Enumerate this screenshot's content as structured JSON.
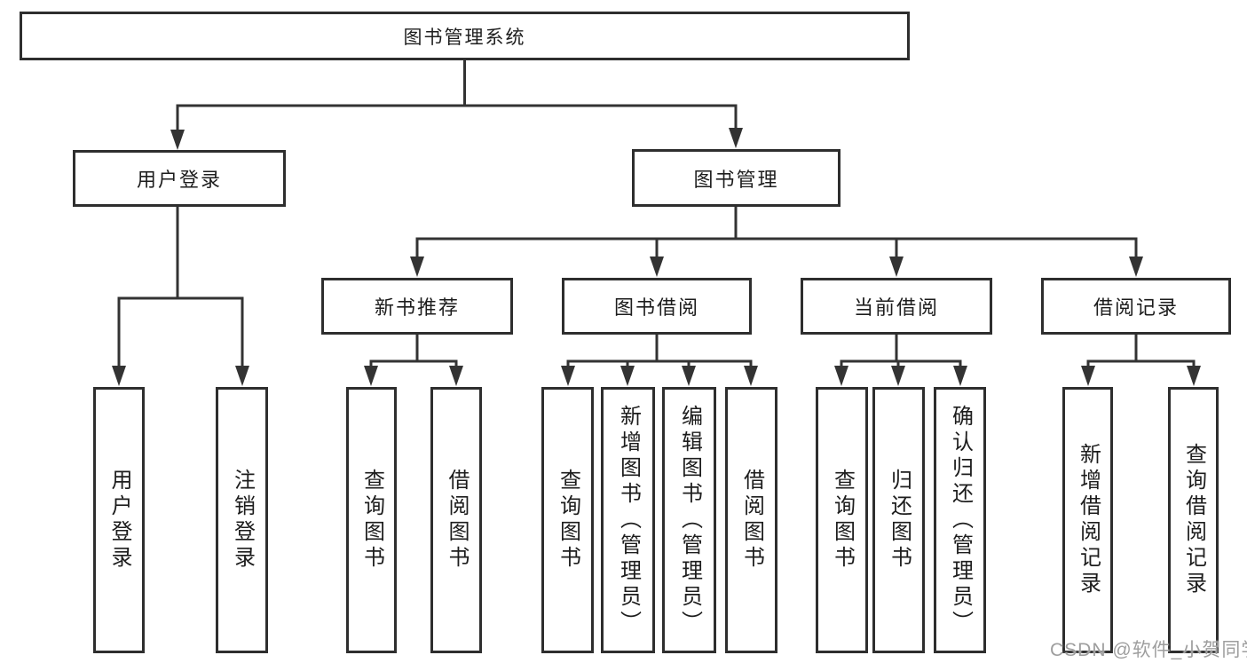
{
  "diagram": {
    "type": "tree",
    "tree": {
      "label": "图书管理系统",
      "children": [
        {
          "label": "用户登录",
          "children": [
            {
              "label": "用户登录"
            },
            {
              "label": "注销登录"
            }
          ]
        },
        {
          "label": "图书管理",
          "children": [
            {
              "label": "新书推荐",
              "children": [
                {
                  "label": "查询图书"
                },
                {
                  "label": "借阅图书"
                }
              ]
            },
            {
              "label": "图书借阅",
              "children": [
                {
                  "label": "查询图书"
                },
                {
                  "label": "新增图书（管理员）"
                },
                {
                  "label": "编辑图书（管理员）"
                },
                {
                  "label": "借阅图书"
                }
              ]
            },
            {
              "label": "当前借阅",
              "children": [
                {
                  "label": "查询图书"
                },
                {
                  "label": "归还图书"
                },
                {
                  "label": "确认归还（管理员）"
                }
              ]
            },
            {
              "label": "借阅记录",
              "children": [
                {
                  "label": "新增借阅记录"
                },
                {
                  "label": "查询借阅记录"
                }
              ]
            }
          ]
        }
      ]
    },
    "colors": {
      "line": "#333333",
      "box_border": "#2e2e2e",
      "text": "#1d1d1d",
      "background": "#ffffff",
      "watermark": "#9e9e9e"
    }
  },
  "watermark": {
    "text": "CSDN @软件_小贺同学"
  }
}
